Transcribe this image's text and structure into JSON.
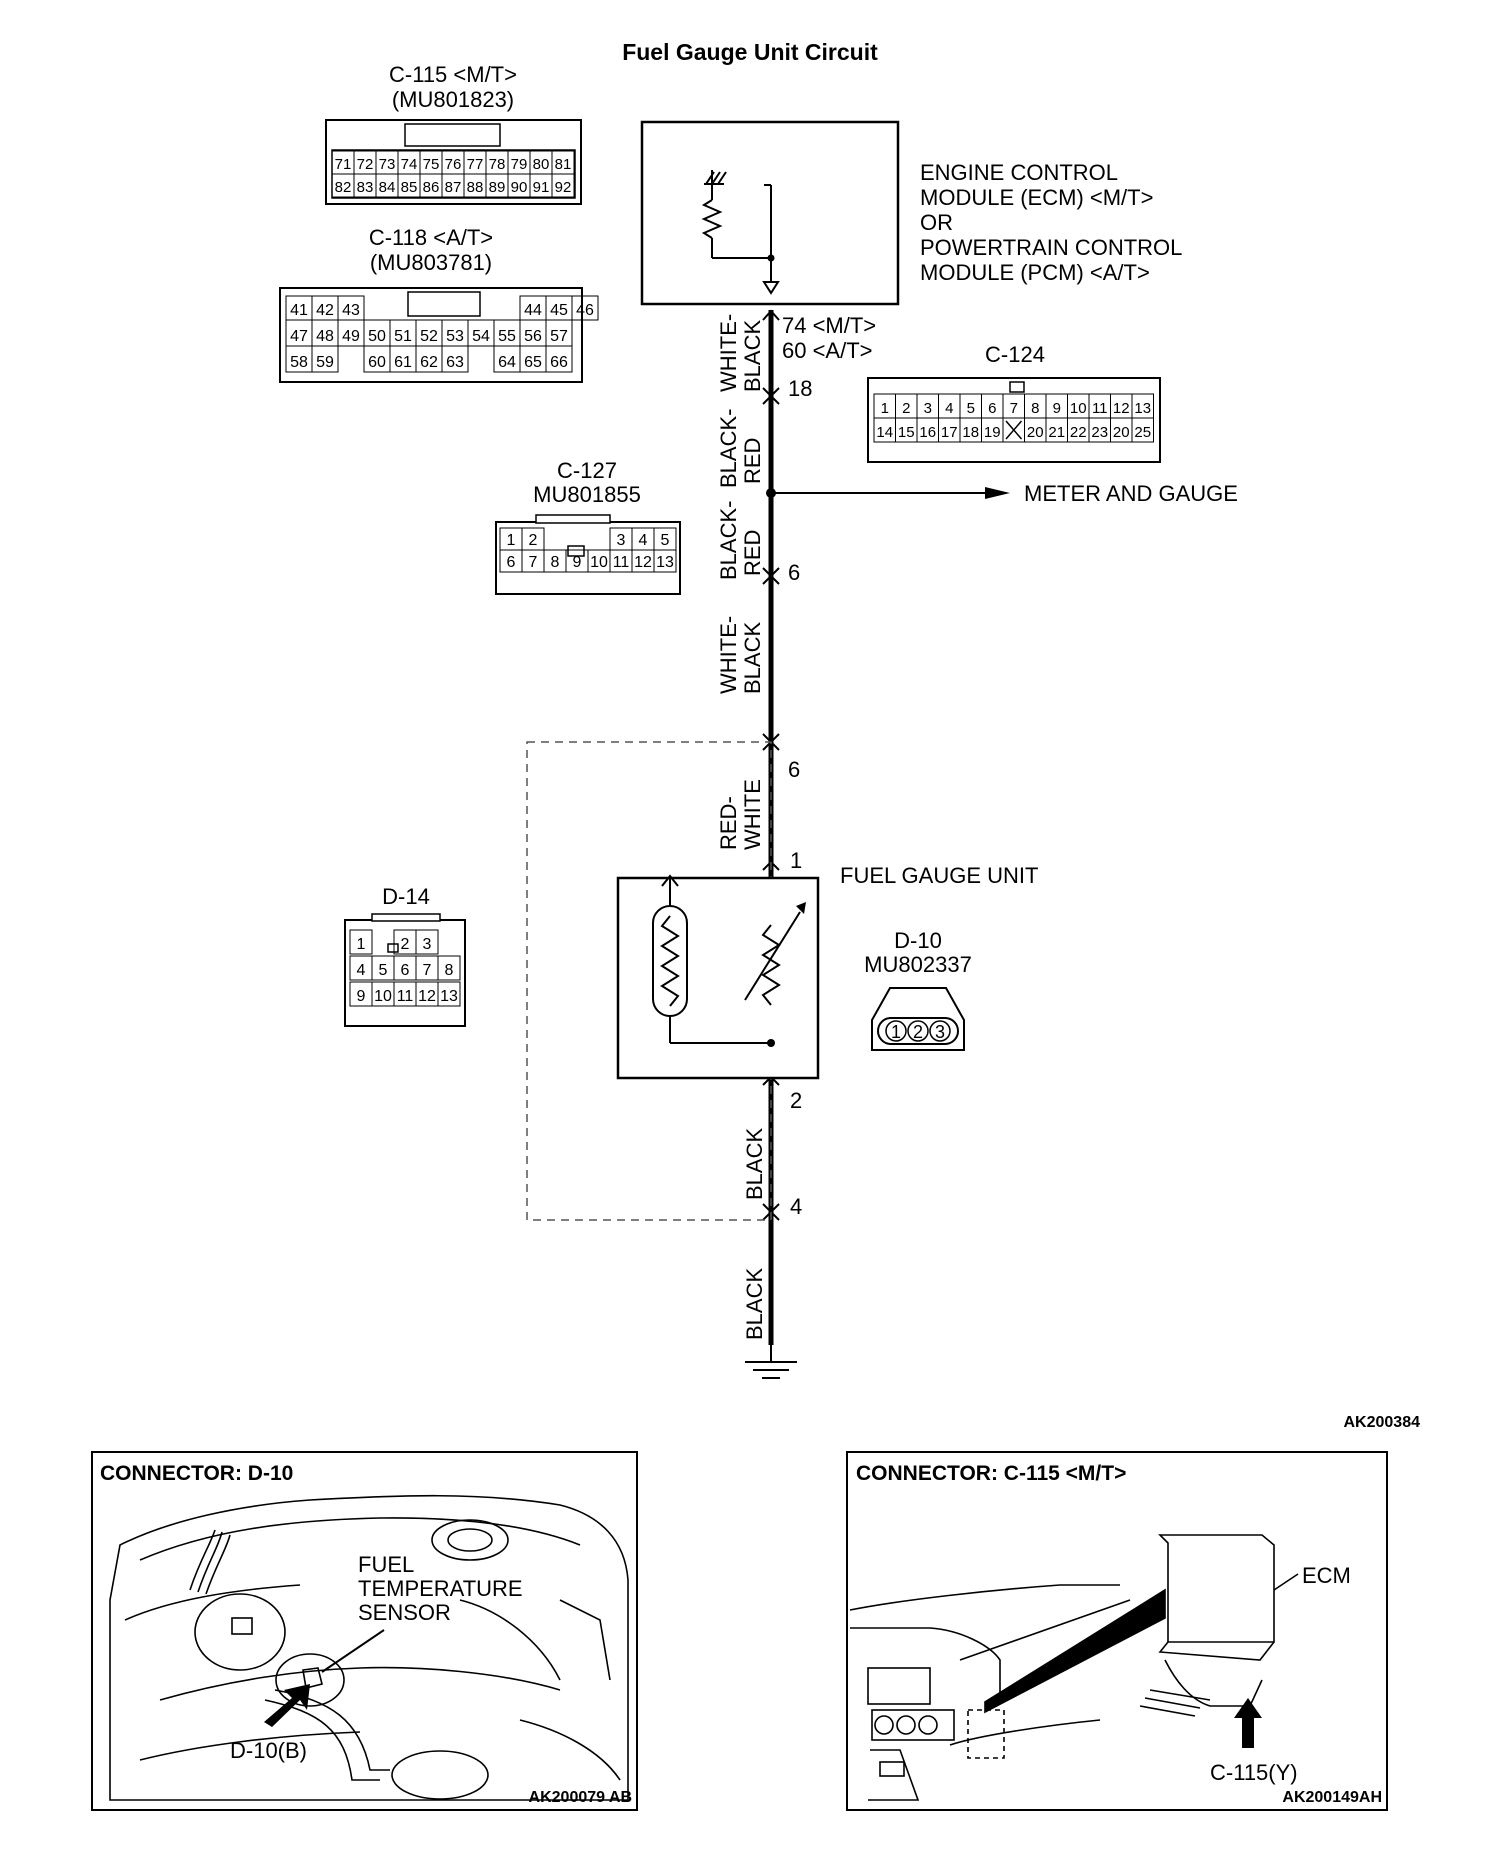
{
  "title": "Fuel Gauge Unit Circuit",
  "figure_ids": {
    "top": "AK200384",
    "left_panel": "AK200079 AB",
    "right_panel": "AK200149AH"
  },
  "ecm": {
    "lines": [
      "ENGINE CONTROL",
      "MODULE (ECM) <M/T>",
      "OR",
      "POWERTRAIN CONTROL",
      "MODULE (PCM) <A/T>"
    ]
  },
  "pins": {
    "ecm_mt": "74 <M/T>",
    "ecm_at": "60 <A/T>",
    "p18": "18",
    "p6a": "6",
    "p6b": "6",
    "p1": "1",
    "p2": "2",
    "p4": "4"
  },
  "wire_colors": {
    "w1": [
      "WHITE-",
      "BLACK"
    ],
    "w2": [
      "BLACK-",
      "RED"
    ],
    "w3": [
      "BLACK-",
      "RED"
    ],
    "w4": [
      "WHITE-",
      "BLACK"
    ],
    "w5": [
      "RED-",
      "WHITE"
    ],
    "w6": "BLACK",
    "w7": "BLACK"
  },
  "meter_label": "METER AND GAUGE",
  "fuel_gauge_label": "FUEL GAUGE UNIT",
  "connectors": {
    "c115": {
      "title": "C-115 <M/T>",
      "part": "(MU801823)",
      "row1": [
        "71",
        "72",
        "73",
        "74",
        "75",
        "76",
        "77",
        "78",
        "79",
        "80",
        "81"
      ],
      "row2": [
        "82",
        "83",
        "84",
        "85",
        "86",
        "87",
        "88",
        "89",
        "90",
        "91",
        "92"
      ]
    },
    "c118": {
      "title": "C-118 <A/T>",
      "part": "(MU803781)",
      "row1": [
        "41",
        "42",
        "43",
        "",
        "",
        "",
        "",
        "",
        "",
        "44",
        "45",
        "46"
      ],
      "row2": [
        "47",
        "48",
        "49",
        "50",
        "51",
        "52",
        "53",
        "54",
        "55",
        "56",
        "57"
      ],
      "row3": [
        "58",
        "59",
        "",
        "60",
        "61",
        "62",
        "63",
        "",
        "64",
        "65",
        "66"
      ]
    },
    "c124": {
      "title": "C-124",
      "row1": [
        "1",
        "2",
        "3",
        "4",
        "5",
        "6",
        "7",
        "8",
        "9",
        "10",
        "11",
        "12",
        "13"
      ],
      "row2": [
        "14",
        "15",
        "16",
        "17",
        "18",
        "19",
        "",
        "20",
        "21",
        "22",
        "23",
        "20",
        "25"
      ]
    },
    "c127": {
      "title": "C-127",
      "part": "MU801855",
      "row1": [
        "1",
        "2",
        "",
        "",
        "",
        "3",
        "4",
        "5"
      ],
      "row2": [
        "6",
        "7",
        "8",
        "9",
        "10",
        "11",
        "12",
        "13"
      ]
    },
    "d14": {
      "title": "D-14",
      "row1": [
        "1",
        "",
        "2",
        "3"
      ],
      "row2": [
        "4",
        "5",
        "6",
        "7",
        "8"
      ],
      "row3": [
        "9",
        "10",
        "11",
        "12",
        "13"
      ]
    },
    "d10": {
      "title": "D-10",
      "part": "MU802337",
      "pins": [
        "1",
        "2",
        "3"
      ]
    }
  },
  "panel_left": {
    "heading": "CONNECTOR: D-10",
    "sensor": [
      "FUEL",
      "TEMPERATURE",
      "SENSOR"
    ],
    "callout": "D-10(B)"
  },
  "panel_right": {
    "heading": "CONNECTOR: C-115 <M/T>",
    "ecm": "ECM",
    "callout": "C-115(Y)"
  }
}
